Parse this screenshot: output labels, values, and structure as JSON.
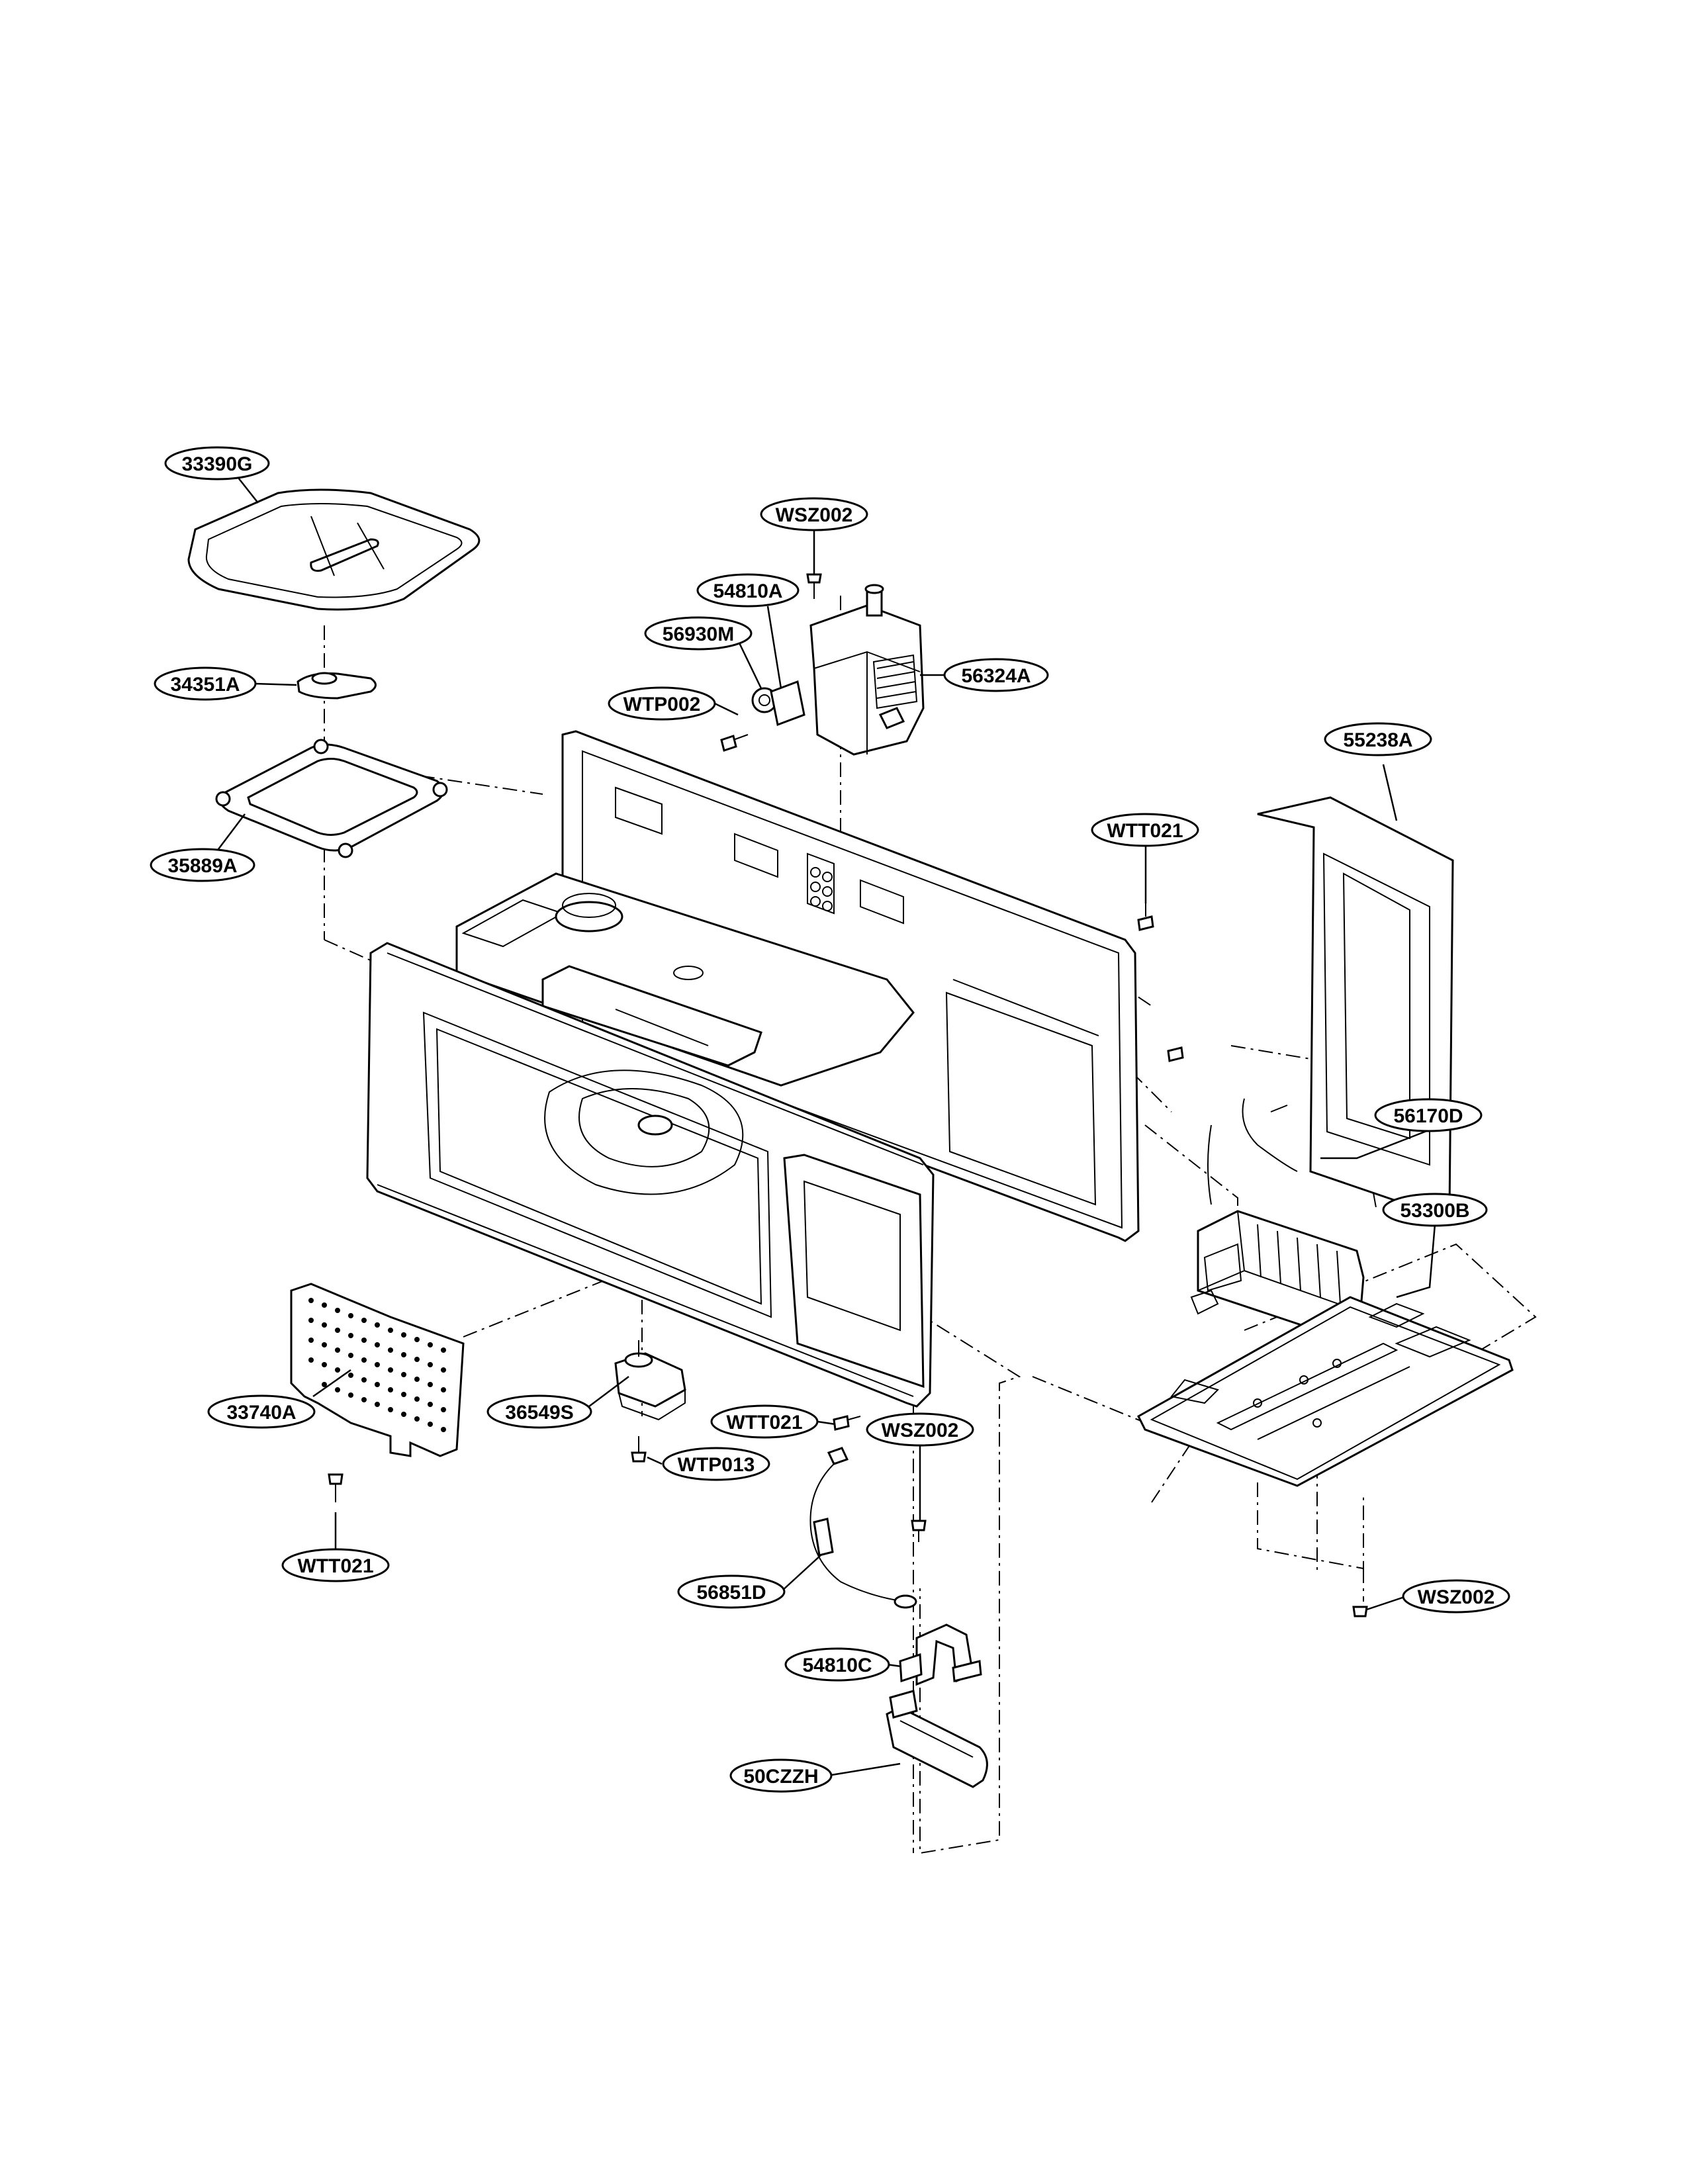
{
  "labels": {
    "p33390G": "33390G",
    "p34351A": "34351A",
    "p35889A": "35889A",
    "pWSZ002_top": "WSZ002",
    "p54810A": "54810A",
    "p56930M": "56930M",
    "p56324A": "56324A",
    "pWTP002": "WTP002",
    "p55238A": "55238A",
    "pWTT021_right": "WTT021",
    "p56170D": "56170D",
    "p53300B": "53300B",
    "p33740A": "33740A",
    "pWTT021_left": "WTT021",
    "p36549S": "36549S",
    "pWTP013": "WTP013",
    "pWTT021_mid": "WTT021",
    "pWSZ002_mid": "WSZ002",
    "p56851D": "56851D",
    "p54810C": "54810C",
    "p50CZZH": "50CZZH",
    "pWSZ002_bottom": "WSZ002"
  }
}
